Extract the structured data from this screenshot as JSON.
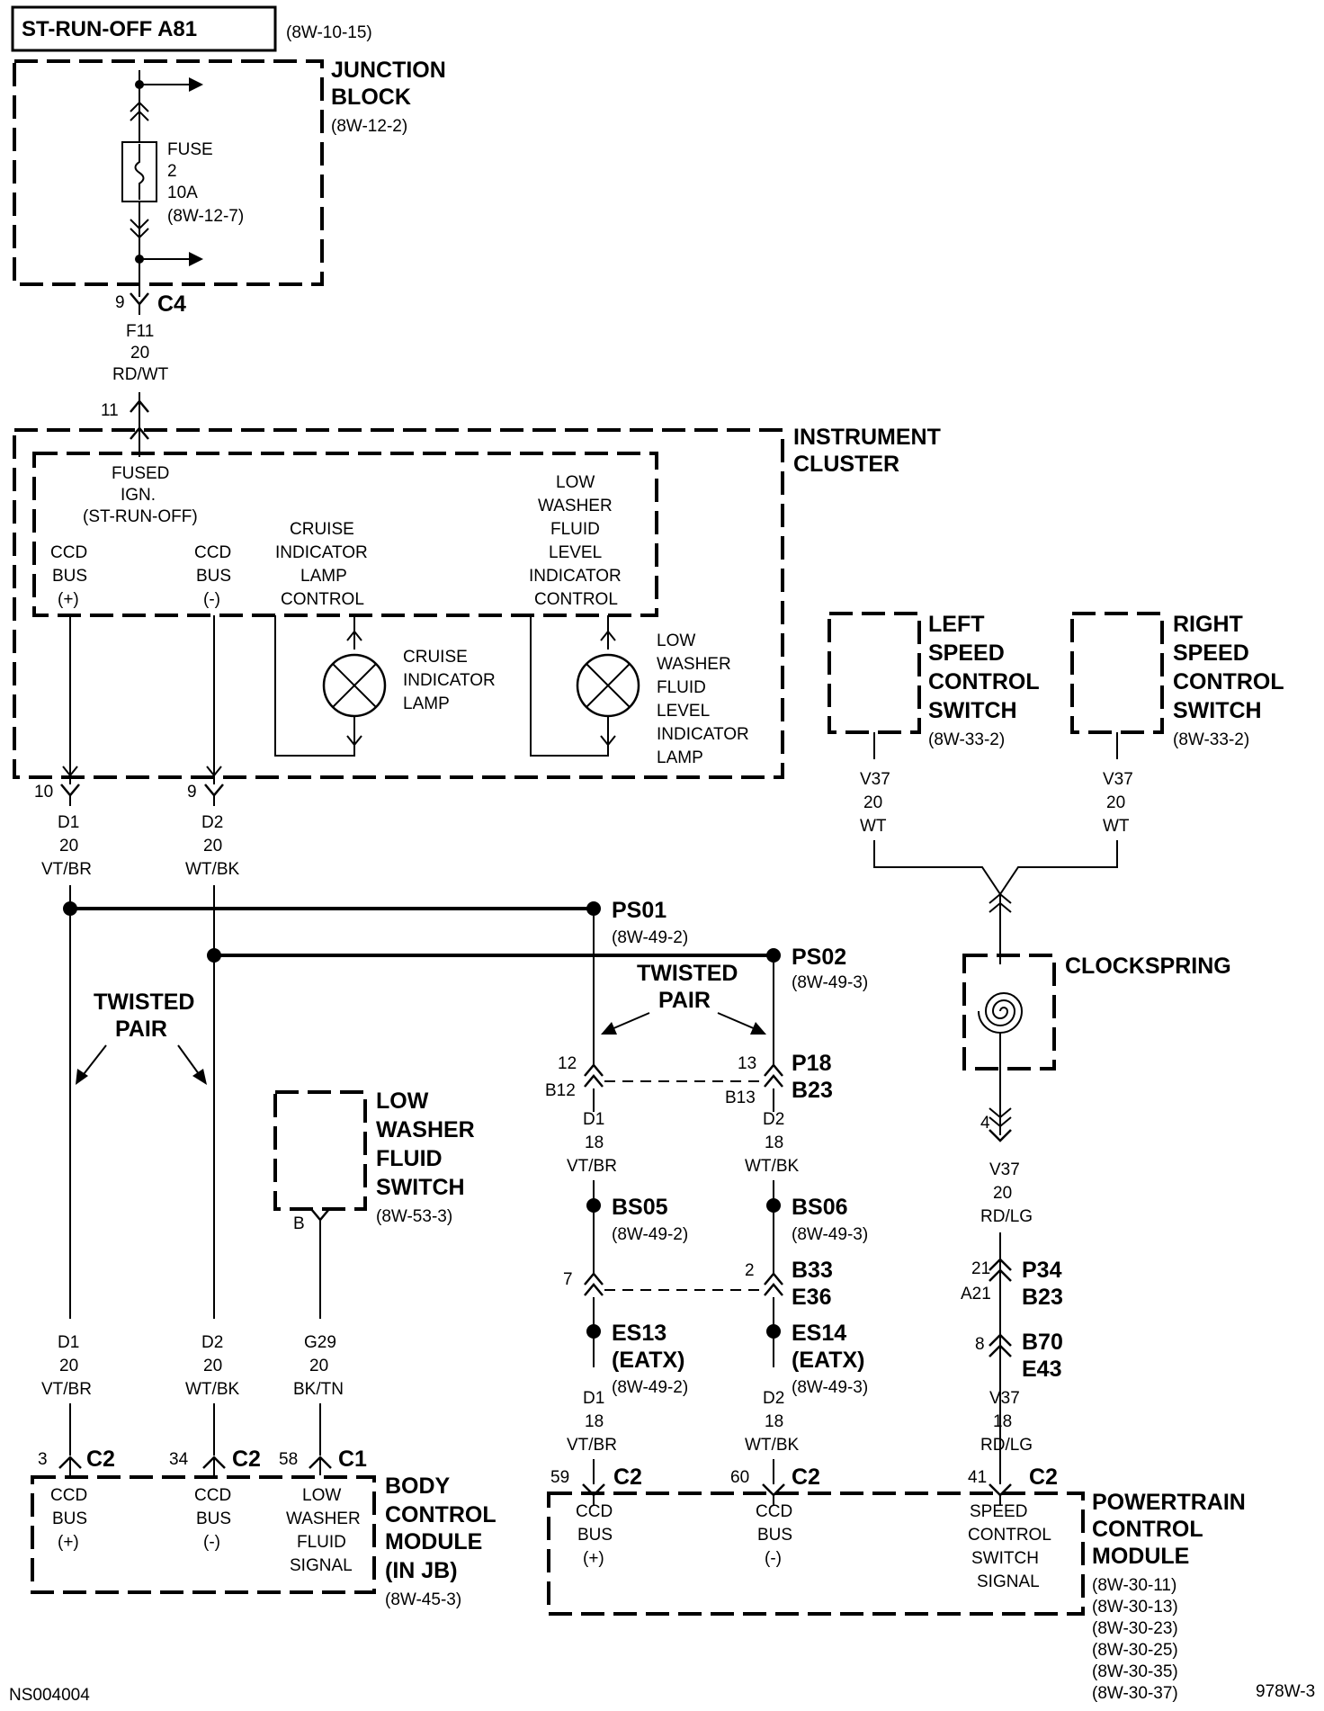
{
  "title": "ST-RUN-OFF A81",
  "title_ref": "(8W-10-15)",
  "footer_left": "NS004004",
  "footer_right": "978W-3",
  "junction_block": {
    "name_lines": [
      "JUNCTION",
      "BLOCK"
    ],
    "ref": "(8W-12-2)",
    "fuse_lines": [
      "FUSE",
      "2",
      "10A",
      "(8W-12-7)"
    ],
    "pin": "9",
    "connector": "C4"
  },
  "wire_f11": [
    "F11",
    "20",
    "RD/WT"
  ],
  "instrument_cluster": {
    "name_lines": [
      "INSTRUMENT",
      "CLUSTER"
    ],
    "in_pin": "11",
    "fused_ign": [
      "FUSED",
      "IGN.",
      "(ST-RUN-OFF)"
    ],
    "ccd_pos": [
      "CCD",
      "BUS",
      "(+)"
    ],
    "ccd_neg": [
      "CCD",
      "BUS",
      "(-)"
    ],
    "cruise_ctrl": [
      "CRUISE",
      "INDICATOR",
      "LAMP",
      "CONTROL"
    ],
    "washer_ctrl": [
      "LOW",
      "WASHER",
      "FLUID",
      "LEVEL",
      "INDICATOR",
      "CONTROL"
    ],
    "cruise_lamp": [
      "CRUISE",
      "INDICATOR",
      "LAMP"
    ],
    "washer_lamp": [
      "LOW",
      "WASHER",
      "FLUID",
      "LEVEL",
      "INDICATOR",
      "LAMP"
    ],
    "pin_d1": "10",
    "pin_d2": "9"
  },
  "wire_d1_top": [
    "D1",
    "20",
    "VT/BR"
  ],
  "wire_d2_top": [
    "D2",
    "20",
    "WT/BK"
  ],
  "ps01": {
    "label": "PS01",
    "ref": "(8W-49-2)"
  },
  "ps02": {
    "label": "PS02",
    "ref": "(8W-49-3)"
  },
  "twisted_pair": "TWISTED PAIR",
  "twisted_pair_lines": [
    "TWISTED",
    "PAIR"
  ],
  "left_switch": {
    "name_lines": [
      "LEFT",
      "SPEED",
      "CONTROL",
      "SWITCH"
    ],
    "ref": "(8W-33-2)"
  },
  "right_switch": {
    "name_lines": [
      "RIGHT",
      "SPEED",
      "CONTROL",
      "SWITCH"
    ],
    "ref": "(8W-33-2)"
  },
  "wire_v37_wt": [
    "V37",
    "20",
    "WT"
  ],
  "clockspring": {
    "label": "CLOCKSPRING",
    "pin": "4"
  },
  "wire_v37_rdlg20": [
    "V37",
    "20",
    "RD/LG"
  ],
  "p34": {
    "pin_top": "21",
    "pin_bot": "A21",
    "c1": "P34",
    "c2": "B23"
  },
  "b70": {
    "pin": "8",
    "c1": "B70",
    "c2": "E43"
  },
  "wire_v37_rdlg18": [
    "V37",
    "18",
    "RD/LG"
  ],
  "p18": {
    "pin_l_top": "12",
    "pin_l_bot": "B12",
    "pin_r_top": "13",
    "pin_r_bot": "B13",
    "c1": "P18",
    "c2": "B23"
  },
  "wire_d1_18": [
    "D1",
    "18",
    "VT/BR"
  ],
  "wire_d2_18": [
    "D2",
    "18",
    "WT/BK"
  ],
  "bs05": {
    "label": "BS05",
    "ref": "(8W-49-2)"
  },
  "bs06": {
    "label": "BS06",
    "ref": "(8W-49-3)"
  },
  "b33": {
    "pin_l": "7",
    "pin_r": "2",
    "c1": "B33",
    "c2": "E36"
  },
  "es13": {
    "label": "ES13",
    "sub": "(EATX)",
    "ref": "(8W-49-2)"
  },
  "es14": {
    "label": "ES14",
    "sub": "(EATX)",
    "ref": "(8W-49-3)"
  },
  "washer_switch": {
    "name_lines": [
      "LOW",
      "WASHER",
      "FLUID",
      "SWITCH"
    ],
    "ref": "(8W-53-3)",
    "pin": "B"
  },
  "wire_g29": [
    "G29",
    "20",
    "BK/TN"
  ],
  "bcm": {
    "name_lines": [
      "BODY",
      "CONTROL",
      "MODULE",
      "(IN JB)"
    ],
    "ref": "(8W-45-3)",
    "pin1": "3",
    "conn1": "C2",
    "pin2": "34",
    "conn2": "C2",
    "pin3": "58",
    "conn3": "C1",
    "ccd_pos": [
      "CCD",
      "BUS",
      "(+)"
    ],
    "ccd_neg": [
      "CCD",
      "BUS",
      "(-)"
    ],
    "washer": [
      "LOW",
      "WASHER",
      "FLUID",
      "SIGNAL"
    ]
  },
  "pcm": {
    "name_lines": [
      "POWERTRAIN",
      "CONTROL",
      "MODULE"
    ],
    "refs": [
      "(8W-30-11)",
      "(8W-30-13)",
      "(8W-30-23)",
      "(8W-30-25)",
      "(8W-30-35)",
      "(8W-30-37)"
    ],
    "pin1": "59",
    "conn1": "C2",
    "pin2": "60",
    "conn2": "C2",
    "pin3": "41",
    "conn3": "C2",
    "ccd_pos": [
      "CCD",
      "BUS",
      "(+)"
    ],
    "ccd_neg": [
      "CCD",
      "BUS",
      "(-)"
    ],
    "speed": [
      "SPEED",
      "CONTROL",
      "SWITCH",
      "SIGNAL"
    ]
  }
}
